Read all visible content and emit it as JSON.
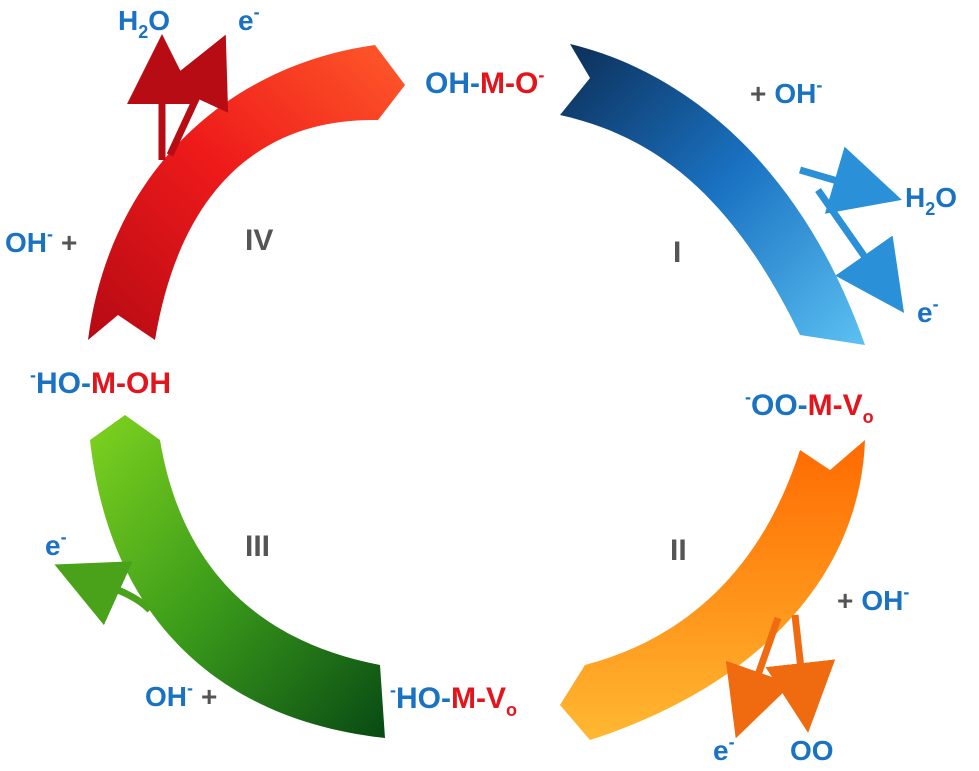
{
  "species": {
    "top": {
      "a": "OH-",
      "m": "M",
      "b": "-O",
      "sup": "-"
    },
    "right": {
      "pre": "-",
      "a": "OO-",
      "m": "M",
      "b": "-V",
      "sub": "o"
    },
    "bottom": {
      "pre": "-",
      "a": "HO-",
      "m": "M",
      "b": "-V",
      "sub": "o"
    },
    "left": {
      "pre": "-",
      "a": "HO-",
      "m": "M",
      "b": "-OH"
    }
  },
  "steps": {
    "I": {
      "label": "I",
      "reactant": {
        "plus": "+",
        "ion": "OH",
        "sup": "-"
      },
      "products": [
        {
          "h": "H",
          "sub": "2",
          "o": "O"
        },
        {
          "text": "e",
          "sup": "-"
        }
      ]
    },
    "II": {
      "label": "II",
      "reactant": {
        "plus": "+",
        "ion": "OH",
        "sup": "-"
      },
      "products": [
        {
          "text": "e",
          "sup": "-"
        },
        {
          "text": "OO"
        }
      ]
    },
    "III": {
      "label": "III",
      "reactant": {
        "ion": "OH",
        "sup": "-",
        "plus": "+"
      },
      "products": [
        {
          "text": "e",
          "sup": "-"
        }
      ]
    },
    "IV": {
      "label": "IV",
      "reactant": {
        "ion": "OH",
        "sup": "-",
        "plus": "+"
      },
      "products": [
        {
          "h": "H",
          "sub": "2",
          "o": "O"
        },
        {
          "text": "e",
          "sup": "-"
        }
      ]
    }
  },
  "colors": {
    "text_blue": "#1a72c2",
    "text_red": "#e3141b",
    "text_gray": "#555555",
    "arrow_I": [
      "#0c2d55",
      "#5cc1f2"
    ],
    "arrow_II": [
      "#ff6a00",
      "#ffb832"
    ],
    "arrow_III": [
      "#084a14",
      "#7fd31f"
    ],
    "arrow_IV": [
      "#b50a14",
      "#ff5a2a"
    ]
  }
}
